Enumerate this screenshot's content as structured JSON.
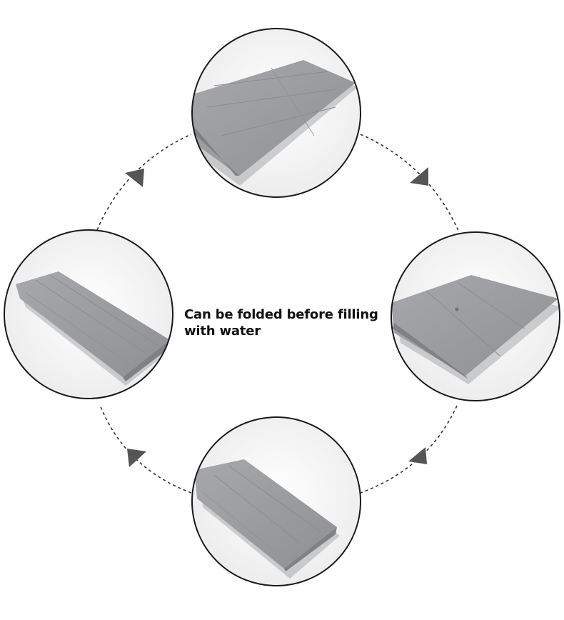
{
  "caption": {
    "line1": "Can be folded before filling",
    "line2": "with water"
  },
  "colors": {
    "background": "#ffffff",
    "circle_stroke": "#1a1a1a",
    "dashed_path": "#333333",
    "arrow": "#555555",
    "mat_fill": "#9c9ea2",
    "mat_shadow": "#7f8185",
    "caption_text": "#111111"
  },
  "steps": [
    {
      "name": "step-top",
      "image": "folded-mat-photo"
    },
    {
      "name": "step-right",
      "image": "folded-mat-photo"
    },
    {
      "name": "step-bottom",
      "image": "folded-mat-photo"
    },
    {
      "name": "step-left",
      "image": "folded-mat-photo"
    }
  ],
  "flow_direction": "clockwise"
}
